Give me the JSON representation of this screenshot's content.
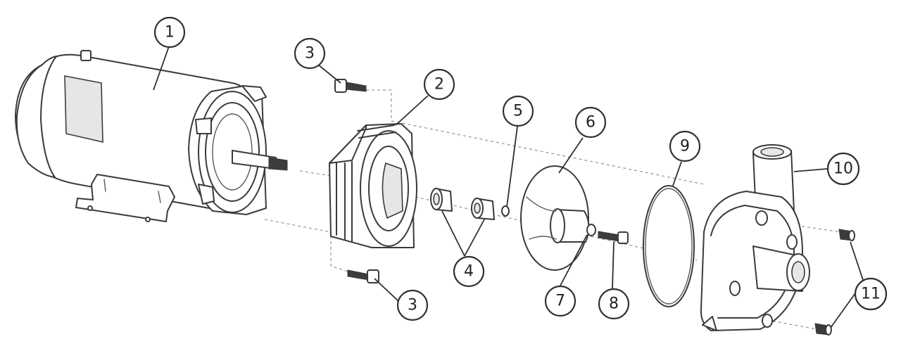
{
  "diagram": {
    "type": "exploded-view",
    "colors": {
      "line": "#3a3a3a",
      "fill": "#ffffff",
      "shade": "#e6e6e6",
      "guide": "#9a9a9a"
    },
    "callouts": [
      {
        "id": "c1",
        "label": "1"
      },
      {
        "id": "c2",
        "label": "2"
      },
      {
        "id": "c3a",
        "label": "3"
      },
      {
        "id": "c3b",
        "label": "3"
      },
      {
        "id": "c4",
        "label": "4"
      },
      {
        "id": "c5",
        "label": "5"
      },
      {
        "id": "c6",
        "label": "6"
      },
      {
        "id": "c7",
        "label": "7"
      },
      {
        "id": "c8",
        "label": "8"
      },
      {
        "id": "c9",
        "label": "9"
      },
      {
        "id": "c10",
        "label": "10"
      },
      {
        "id": "c11",
        "label": "11"
      }
    ]
  }
}
